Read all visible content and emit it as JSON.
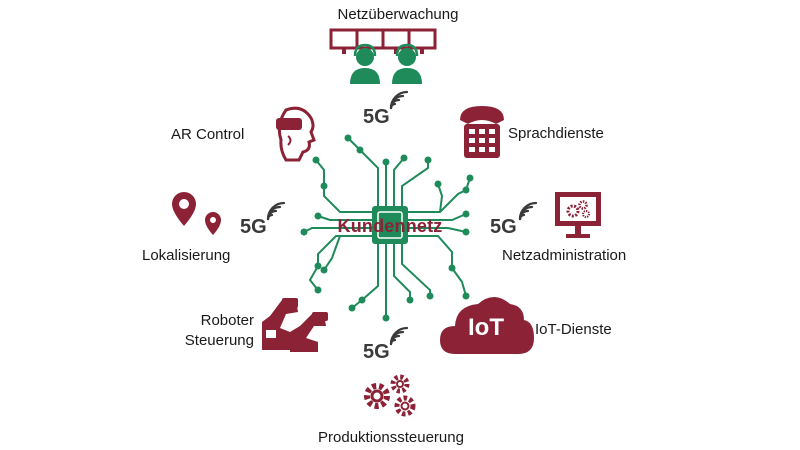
{
  "colors": {
    "circuit": "#1f8a5a",
    "accent": "#8b2236",
    "signal": "#3a3a3a",
    "text": "#1a1a1a"
  },
  "hub": {
    "label": "Kundennetz"
  },
  "services": {
    "monitoring": {
      "label": "Netzüberwachung",
      "icon": "operators-monitors-icon"
    },
    "ar": {
      "label": "AR Control",
      "icon": "vr-headset-icon"
    },
    "voice": {
      "label": "Sprachdienste",
      "icon": "telephone-icon"
    },
    "localization": {
      "label": "Lokalisierung",
      "icon": "location-pins-icon"
    },
    "admin": {
      "label": "Netzadministration",
      "icon": "monitor-gears-icon"
    },
    "robot": {
      "label_line1": "Roboter",
      "label_line2": "Steuerung",
      "icon": "robot-arm-icon"
    },
    "iot": {
      "label": "IoT-Dienste",
      "badge": "IoT",
      "icon": "iot-cloud-icon"
    },
    "production": {
      "label": "Produktionssteuerung",
      "icon": "gears-icon"
    }
  },
  "signals": {
    "top": "5G",
    "left": "5G",
    "right": "5G",
    "bottom": "5G"
  }
}
